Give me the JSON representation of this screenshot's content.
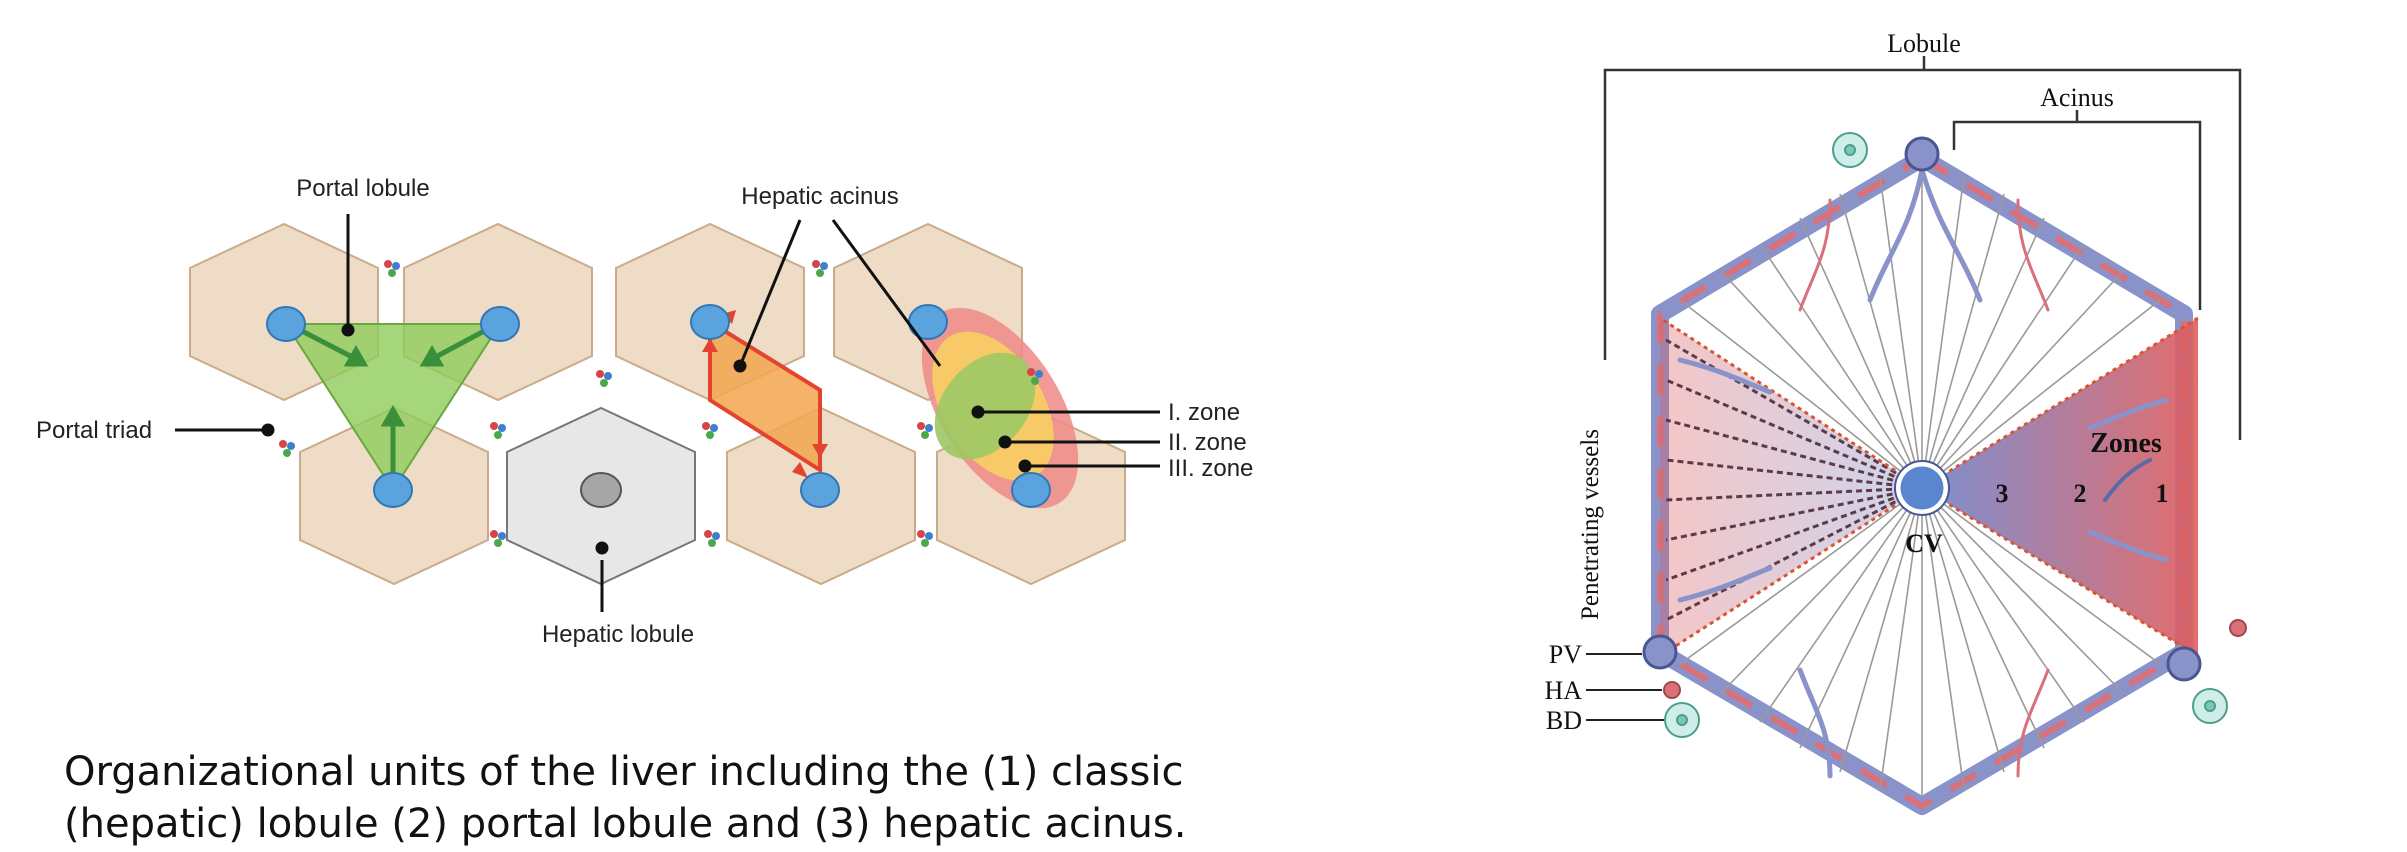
{
  "left_diagram": {
    "labels": {
      "portal_lobule": "Portal lobule",
      "hepatic_acinus": "Hepatic acinus",
      "portal_triad": "Portal triad",
      "hepatic_lobule": "Hepatic lobule",
      "zone_1": "I. zone",
      "zone_2": "II. zone",
      "zone_3": "III. zone"
    },
    "colors": {
      "hexagon_fill": "#efdcc6",
      "hepatic_lobule_fill": "#e7e7e7",
      "central_vein": "#5aa3dd",
      "portal_lobule_triangle": "#8fcc5a",
      "acinus_diamond": "#f2a64e",
      "zone_1": "#9cc865",
      "zone_2": "#f7cf63",
      "zone_3": "#ee8a86"
    }
  },
  "right_diagram": {
    "labels": {
      "lobule": "Lobule",
      "acinus": "Acinus",
      "zones": "Zones",
      "zone_3": "3",
      "zone_2": "2",
      "zone_1": "1",
      "cv": "CV",
      "penetrating_vessels": "Penetrating vessels",
      "pv": "PV",
      "ha": "HA",
      "bd": "BD"
    },
    "colors": {
      "portal_vein": "#8a93c9",
      "hepatic_artery": "#d9707a",
      "bile_duct": "#7cc6b9",
      "zone_gradient_start": "#6f83cc",
      "zone_gradient_end": "#e05d5d"
    }
  },
  "caption": {
    "line1": "Organizational units of the liver including the (1) classic",
    "line2": "(hepatic) lobule (2) portal lobule and (3) hepatic acinus."
  }
}
